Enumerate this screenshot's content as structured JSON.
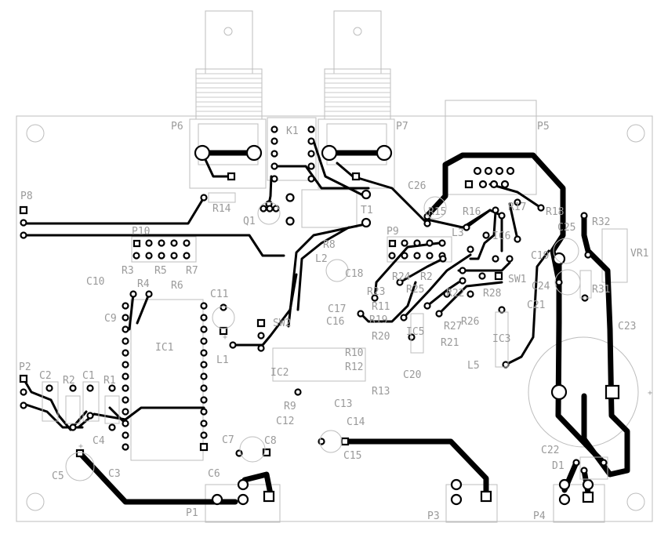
{
  "board": {
    "connectors": [
      "P1",
      "P2",
      "P3",
      "P4",
      "P5",
      "P6",
      "P7",
      "P8",
      "P9",
      "P10"
    ],
    "ics": [
      "IC1",
      "IC2",
      "IC3",
      "IC5",
      "IC6"
    ],
    "transistors": [
      "Q1"
    ],
    "relays": [
      "K1"
    ],
    "transformers": [
      "T1"
    ],
    "switches": [
      "SW1",
      "SW2"
    ],
    "diodes": [
      "D1"
    ],
    "inductors": [
      "L1",
      "L2",
      "L3",
      "L5"
    ],
    "trimmers": [
      "VR1"
    ],
    "resistors": [
      "R1",
      "R2",
      "R3",
      "R4",
      "R5",
      "R6",
      "R7",
      "R8",
      "R9",
      "R10",
      "R11",
      "R12",
      "R13",
      "R14",
      "R15",
      "R16",
      "R17",
      "R18",
      "R19",
      "R20",
      "R21",
      "R22",
      "R23",
      "R24",
      "R25",
      "R26",
      "R27",
      "R28",
      "R31",
      "R32"
    ],
    "capacitors": [
      "C1",
      "C2",
      "C3",
      "C4",
      "C5",
      "C6",
      "C7",
      "C8",
      "C9",
      "C10",
      "C11",
      "C12",
      "C13",
      "C14",
      "C15",
      "C16",
      "C17",
      "C18",
      "C19",
      "C20",
      "C21",
      "C22",
      "C23",
      "C24",
      "C25",
      "C26"
    ]
  }
}
